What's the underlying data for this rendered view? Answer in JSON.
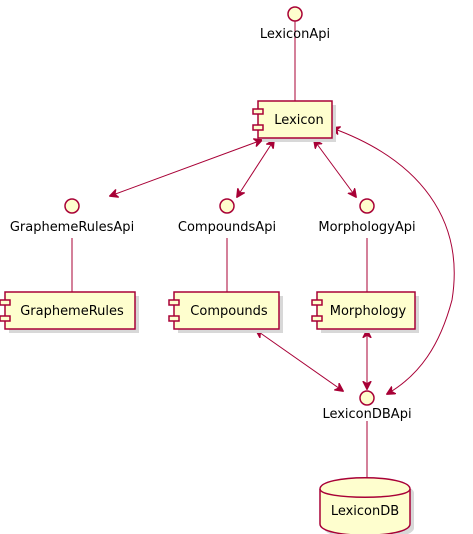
{
  "diagram": {
    "type": "component",
    "interfaces": {
      "lexicon_api": "LexiconApi",
      "grapheme_rules_api": "GraphemeRulesApi",
      "compounds_api": "CompoundsApi",
      "morphology_api": "MorphologyApi",
      "lexicon_db_api": "LexiconDBApi"
    },
    "components": {
      "lexicon": "Lexicon",
      "grapheme_rules": "GraphemeRules",
      "compounds": "Compounds",
      "morphology": "Morphology"
    },
    "database": {
      "lexicon_db": "LexiconDB"
    },
    "relations": [
      {
        "from": "LexiconApi",
        "to": "Lexicon",
        "kind": "line"
      },
      {
        "from": "Lexicon",
        "to": "GraphemeRulesApi",
        "kind": "bidirectional-arrow"
      },
      {
        "from": "Lexicon",
        "to": "CompoundsApi",
        "kind": "bidirectional-arrow"
      },
      {
        "from": "Lexicon",
        "to": "MorphologyApi",
        "kind": "bidirectional-arrow"
      },
      {
        "from": "Lexicon",
        "to": "LexiconDBApi",
        "kind": "bidirectional-arrow"
      },
      {
        "from": "GraphemeRulesApi",
        "to": "GraphemeRules",
        "kind": "line"
      },
      {
        "from": "CompoundsApi",
        "to": "Compounds",
        "kind": "line"
      },
      {
        "from": "MorphologyApi",
        "to": "Morphology",
        "kind": "line"
      },
      {
        "from": "Compounds",
        "to": "LexiconDBApi",
        "kind": "bidirectional-arrow"
      },
      {
        "from": "Morphology",
        "to": "LexiconDBApi",
        "kind": "bidirectional-arrow"
      },
      {
        "from": "LexiconDBApi",
        "to": "LexiconDB",
        "kind": "line"
      }
    ],
    "colors": {
      "fill": "#FEFECE",
      "stroke": "#A80036"
    }
  }
}
